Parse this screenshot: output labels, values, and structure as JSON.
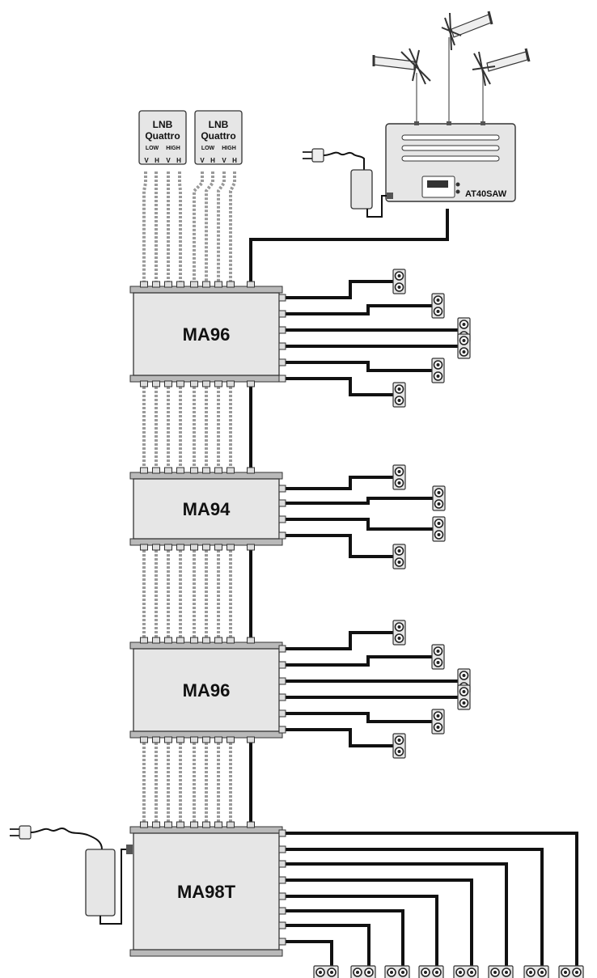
{
  "lnb": [
    {
      "line1": "LNB",
      "line2": "Quattro",
      "band_low": "LOW",
      "band_high": "HIGH",
      "pol": [
        "V",
        "H",
        "V",
        "H"
      ]
    },
    {
      "line1": "LNB",
      "line2": "Quattro",
      "band_low": "LOW",
      "band_high": "HIGH",
      "pol": [
        "V",
        "H",
        "V",
        "H"
      ]
    }
  ],
  "amplifier": {
    "label": "AT40SAW"
  },
  "multiswitches": [
    {
      "label": "MA96",
      "outputs": 6
    },
    {
      "label": "MA94",
      "outputs": 4
    },
    {
      "label": "MA96",
      "outputs": 6
    },
    {
      "label": "MA98T",
      "outputs": 8
    }
  ],
  "colors": {
    "cable": "#111111",
    "dashed_cable": "#9a9a9a",
    "device_fill": "#e6e6e6",
    "device_stroke": "#333333",
    "rail": "#b9b9b9"
  }
}
